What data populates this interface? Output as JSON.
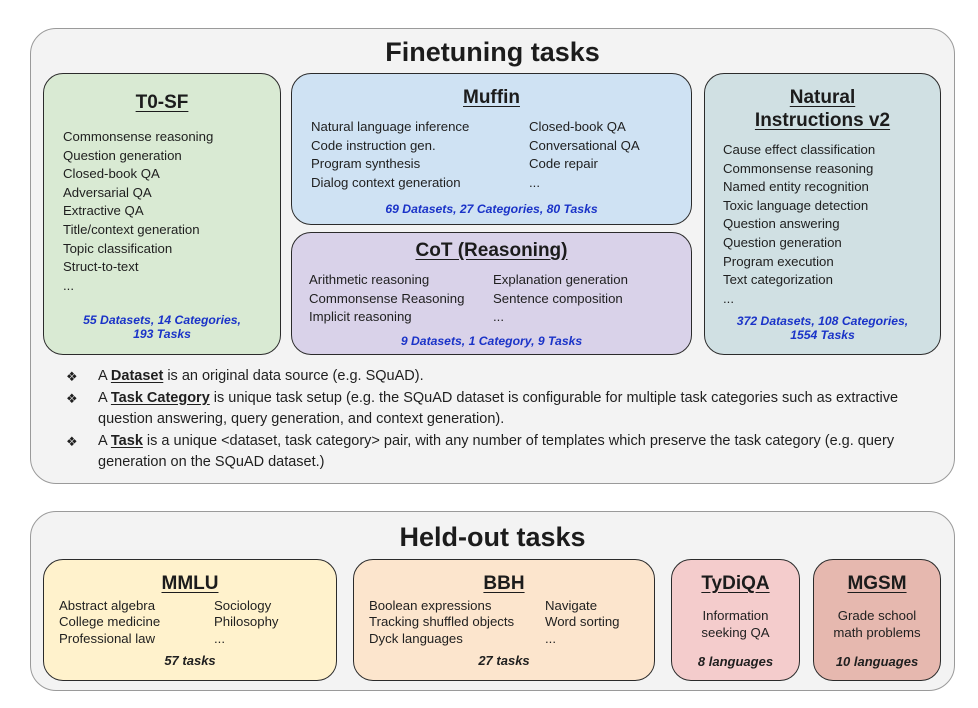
{
  "finetuning": {
    "title": "Finetuning tasks",
    "t0sf": {
      "title": "T0-SF",
      "items": [
        "Commonsense reasoning",
        "Question generation",
        "Closed-book QA",
        "Adversarial QA",
        "Extractive QA",
        "Title/context generation",
        "Topic classification",
        "Struct-to-text",
        "..."
      ],
      "stats_line1": "55 Datasets, 14 Categories,",
      "stats_line2": "193 Tasks"
    },
    "muffin": {
      "title": "Muffin",
      "col1": [
        "Natural language inference",
        "Code instruction gen.",
        "Program synthesis",
        "Dialog context generation"
      ],
      "col2": [
        "Closed-book QA",
        "Conversational QA",
        "Code repair",
        "..."
      ],
      "stats": "69 Datasets, 27 Categories, 80 Tasks"
    },
    "cot": {
      "title": "CoT (Reasoning)",
      "col1": [
        "Arithmetic reasoning",
        "Commonsense Reasoning",
        "Implicit reasoning"
      ],
      "col2": [
        "Explanation generation",
        "Sentence composition",
        "..."
      ],
      "stats": "9 Datasets, 1 Category, 9 Tasks"
    },
    "niv2": {
      "title_line1": "Natural",
      "title_line2": "Instructions v2",
      "items": [
        "Cause effect classification",
        "Commonsense reasoning",
        "Named entity recognition",
        "Toxic language detection",
        "Question answering",
        "Question generation",
        "Program execution",
        "Text categorization",
        "..."
      ],
      "stats_line1": "372 Datasets, 108 Categories,",
      "stats_line2": "1554 Tasks"
    },
    "notes": [
      {
        "pre": "A ",
        "term": "Dataset",
        "post": " is an original data source (e.g. SQuAD)."
      },
      {
        "pre": "A ",
        "term": "Task Category",
        "post": " is unique task setup (e.g. the SQuAD dataset is configurable for multiple task categories such as extractive question answering, query generation, and context generation)."
      },
      {
        "pre": "A ",
        "term": "Task",
        "post": " is a unique <dataset, task category> pair, with any number of templates which preserve the task category (e.g. query generation on the SQuAD dataset.)"
      }
    ],
    "bullet_icon": "diamond-bullet-icon"
  },
  "heldout": {
    "title": "Held-out tasks",
    "mmlu": {
      "title": "MMLU",
      "col1": [
        "Abstract algebra",
        "College medicine",
        "Professional law"
      ],
      "col2": [
        "Sociology",
        "Philosophy",
        "..."
      ],
      "stats": "57 tasks"
    },
    "bbh": {
      "title": "BBH",
      "col1": [
        "Boolean expressions",
        "Tracking shuffled objects",
        "Dyck languages"
      ],
      "col2": [
        "Navigate",
        "Word sorting",
        "..."
      ],
      "stats": "27 tasks"
    },
    "tydiqa": {
      "title": "TyDiQA",
      "line1": "Information",
      "line2": "seeking QA",
      "stats": "8 languages"
    },
    "mgsm": {
      "title": "MGSM",
      "line1": "Grade school",
      "line2": "math problems",
      "stats": "10 languages"
    }
  },
  "colors": {
    "t0sf_fill": "#d9ead3",
    "muffin_fill": "#cfe2f3",
    "cot_fill": "#d9d2e9",
    "niv2_fill": "#d0e0e3",
    "mmlu_fill": "#fff2cc",
    "bbh_fill": "#fce5cd",
    "tydiqa_fill": "#f4cccc",
    "mgsm_fill": "#e6b8af",
    "stats_blue": "#1a33c8"
  }
}
